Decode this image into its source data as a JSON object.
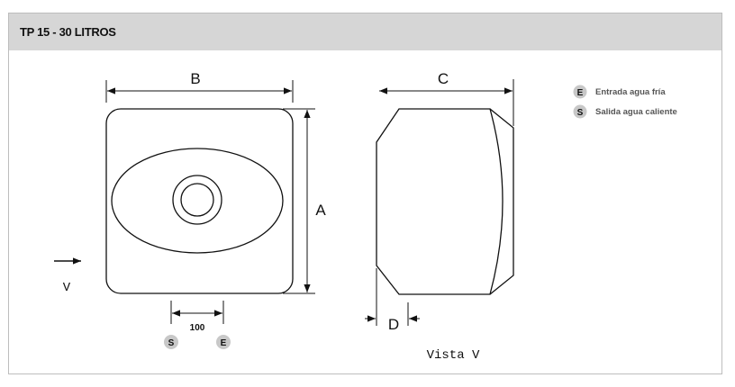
{
  "header": {
    "title": "TP 15 - 30 LITROS"
  },
  "dimensions": {
    "a": "A",
    "b": "B",
    "c": "C",
    "d": "D",
    "spacing": "100"
  },
  "view": {
    "arrow_label": "V",
    "caption": "Vista V"
  },
  "connections": {
    "left_badge": "S",
    "right_badge": "E"
  },
  "legend": {
    "items": [
      {
        "badge": "E",
        "label": "Entrada agua fría"
      },
      {
        "badge": "S",
        "label": "Salida agua caliente"
      }
    ]
  },
  "colors": {
    "header_bg": "#d6d6d6",
    "badge_bg": "#c8c8c8",
    "line": "#111111"
  }
}
